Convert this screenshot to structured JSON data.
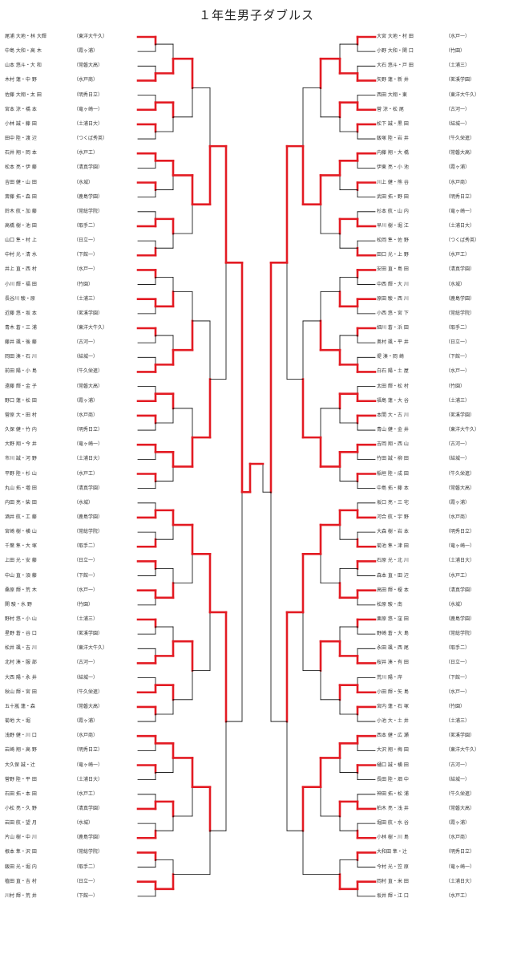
{
  "title": "１年生男子ダブルス",
  "colors": {
    "win": "#e31b23",
    "lose": "#000000"
  },
  "left": [
    {
      "names": "尾浦 大地・林 大輝",
      "club": "（東洋大牛久）"
    },
    {
      "names": "中島 大和・高 木",
      "club": "（霞ヶ浦）"
    },
    {
      "names": "山本 悠斗・大 和",
      "club": "（常磐大高）"
    },
    {
      "names": "木村 蓮・中 野",
      "club": "（水戸商）"
    },
    {
      "names": "佐藤 大翔・太 田",
      "club": "（明秀日立）"
    },
    {
      "names": "宮本 涼・橋 本",
      "club": "（竜ヶ崎一）"
    },
    {
      "names": "小林 誠・藤 田",
      "club": "（土浦日大）"
    },
    {
      "names": "田中 陸・渡 辺",
      "club": "（つくば秀英）"
    },
    {
      "names": "石井 翔・岡 本",
      "club": "（水戸工）"
    },
    {
      "names": "松本 亮・伊 藤",
      "club": "（清真学園）"
    },
    {
      "names": "吉田 健・山 田",
      "club": "（水城）"
    },
    {
      "names": "斎藤 拓・森 田",
      "club": "（鹿島学園）"
    },
    {
      "names": "鈴木 航・加 藤",
      "club": "（常総学院）"
    },
    {
      "names": "高橋 樹・池 田",
      "club": "（取手二）"
    },
    {
      "names": "山口 隼・村 上",
      "club": "（日立一）"
    },
    {
      "names": "中村 光・清 水",
      "club": "（下館一）"
    },
    {
      "names": "井上 直・西 村",
      "club": "（水戸一）"
    },
    {
      "names": "小川 輝・福 田",
      "club": "（竹園）"
    },
    {
      "names": "長谷川 駿・原",
      "club": "（土浦三）"
    },
    {
      "names": "近藤 悠・坂 本",
      "club": "（茗溪学園）"
    },
    {
      "names": "青木 蒼・三 浦",
      "club": "（東洋大牛久）"
    },
    {
      "names": "藤井 颯・後 藤",
      "club": "（古河一）"
    },
    {
      "names": "岡田 湊・石 川",
      "club": "（結城一）"
    },
    {
      "names": "前田 陽・小 島",
      "club": "（牛久栄進）"
    },
    {
      "names": "遠藤 輝・金 子",
      "club": "（常磐大高）"
    },
    {
      "names": "野口 蓮・松 田",
      "club": "（霞ヶ浦）"
    },
    {
      "names": "菅原 大・田 村",
      "club": "（水戸商）"
    },
    {
      "names": "久保 健・竹 内",
      "club": "（明秀日立）"
    },
    {
      "names": "大野 翔・今 井",
      "club": "（竜ヶ崎一）"
    },
    {
      "names": "市川 誠・河 野",
      "club": "（土浦日大）"
    },
    {
      "names": "平野 陸・杉 山",
      "club": "（水戸工）"
    },
    {
      "names": "丸山 拓・増 田",
      "club": "（清真学園）"
    },
    {
      "names": "内田 亮・柴 田",
      "club": "（水城）"
    },
    {
      "names": "酒井 航・工 藤",
      "club": "（鹿島学園）"
    },
    {
      "names": "宮崎 樹・横 山",
      "club": "（常総学院）"
    },
    {
      "names": "千葉 隼・大 塚",
      "club": "（取手二）"
    },
    {
      "names": "上田 光・安 藤",
      "club": "（日立一）"
    },
    {
      "names": "中山 直・須 藤",
      "club": "（下館一）"
    },
    {
      "names": "桑原 輝・荒 木",
      "club": "（水戸一）"
    },
    {
      "names": "関 駿・水 野",
      "club": "（竹園）"
    },
    {
      "names": "野村 悠・小 山",
      "club": "（土浦三）"
    },
    {
      "names": "星野 蒼・谷 口",
      "club": "（茗溪学園）"
    },
    {
      "names": "松井 颯・吉 川",
      "club": "（東洋大牛久）"
    },
    {
      "names": "北村 湊・服 部",
      "club": "（古河一）"
    },
    {
      "names": "大西 陽・永 井",
      "club": "（結城一）"
    },
    {
      "names": "秋山 輝・宮 田",
      "club": "（牛久栄進）"
    },
    {
      "names": "五十嵐 蓮・森",
      "club": "（常磐大高）"
    },
    {
      "names": "菊地 大・堀",
      "club": "（霞ヶ浦）"
    },
    {
      "names": "浅野 健・川 口",
      "club": "（水戸商）"
    },
    {
      "names": "岩崎 翔・高 野",
      "club": "（明秀日立）"
    },
    {
      "names": "大久保 誠・辻",
      "club": "（竜ヶ崎一）"
    },
    {
      "names": "菅野 陸・平 田",
      "club": "（土浦日大）"
    },
    {
      "names": "石田 拓・本 田",
      "club": "（水戸工）"
    },
    {
      "names": "小松 亮・久 野",
      "club": "（清真学園）"
    },
    {
      "names": "岩田 航・望 月",
      "club": "（水城）"
    },
    {
      "names": "片山 樹・中 川",
      "club": "（鹿島学園）"
    },
    {
      "names": "根本 隼・沢 田",
      "club": "（常総学院）"
    },
    {
      "names": "飯田 光・堀 内",
      "club": "（取手二）"
    },
    {
      "names": "植田 直・吉 村",
      "club": "（日立一）"
    },
    {
      "names": "川村 輝・荒 井",
      "club": "（下館一）"
    }
  ],
  "right": [
    {
      "names": "大宮 大地・村 田",
      "club": "（水戸一）"
    },
    {
      "names": "小野 大和・関 口",
      "club": "（竹園）"
    },
    {
      "names": "大石 悠斗・戸 田",
      "club": "（土浦三）"
    },
    {
      "names": "矢野 蓮・新 井",
      "club": "（茗溪学園）"
    },
    {
      "names": "西田 大翔・東",
      "club": "（東洋大牛久）"
    },
    {
      "names": "菅 涼・松 尾",
      "club": "（古河一）"
    },
    {
      "names": "松下 誠・黒 田",
      "club": "（結城一）"
    },
    {
      "names": "飯塚 陸・岩 井",
      "club": "（牛久栄進）"
    },
    {
      "names": "内藤 翔・大 橋",
      "club": "（常磐大高）"
    },
    {
      "names": "伊東 亮・小 池",
      "club": "（霞ヶ浦）"
    },
    {
      "names": "川上 健・熊 谷",
      "club": "（水戸商）"
    },
    {
      "names": "武田 拓・野 田",
      "club": "（明秀日立）"
    },
    {
      "names": "杉本 航・山 内",
      "club": "（竜ヶ崎一）"
    },
    {
      "names": "早川 樹・堀 江",
      "club": "（土浦日大）"
    },
    {
      "names": "松岡 隼・佐 野",
      "club": "（つくば秀英）"
    },
    {
      "names": "田口 光・上 野",
      "club": "（水戸工）"
    },
    {
      "names": "安田 直・島 田",
      "club": "（清真学園）"
    },
    {
      "names": "中西 輝・大 川",
      "club": "（水城）"
    },
    {
      "names": "原田 駿・西 川",
      "club": "（鹿島学園）"
    },
    {
      "names": "小西 悠・宮 下",
      "club": "（常総学院）"
    },
    {
      "names": "細川 蒼・浜 田",
      "club": "（取手二）"
    },
    {
      "names": "奥村 颯・平 井",
      "club": "（日立一）"
    },
    {
      "names": "堤 湊・岡 崎",
      "club": "（下館一）"
    },
    {
      "names": "白石 陽・土 屋",
      "club": "（水戸一）"
    },
    {
      "names": "太田 輝・松 村",
      "club": "（竹園）"
    },
    {
      "names": "福島 蓮・大 谷",
      "club": "（土浦三）"
    },
    {
      "names": "本間 大・古 川",
      "club": "（茗溪学園）"
    },
    {
      "names": "青山 健・金 井",
      "club": "（東洋大牛久）"
    },
    {
      "names": "吉岡 翔・西 山",
      "club": "（古河一）"
    },
    {
      "names": "竹田 誠・柳 田",
      "club": "（結城一）"
    },
    {
      "names": "稲垣 陸・成 田",
      "club": "（牛久栄進）"
    },
    {
      "names": "中島 拓・藤 本",
      "club": "（常磐大高）"
    },
    {
      "names": "坂口 亮・三 宅",
      "club": "（霞ヶ浦）"
    },
    {
      "names": "河合 航・宇 野",
      "club": "（水戸商）"
    },
    {
      "names": "大森 樹・岩 本",
      "club": "（明秀日立）"
    },
    {
      "names": "菊池 隼・津 田",
      "club": "（竜ヶ崎一）"
    },
    {
      "names": "石原 光・北 川",
      "club": "（土浦日大）"
    },
    {
      "names": "森本 直・田 辺",
      "club": "（水戸工）"
    },
    {
      "names": "高田 輝・榎 本",
      "club": "（清真学園）"
    },
    {
      "names": "松原 駿・南",
      "club": "（水城）"
    },
    {
      "names": "栗原 悠・窪 田",
      "club": "（鹿島学園）"
    },
    {
      "names": "野崎 蒼・大 島",
      "club": "（常総学院）"
    },
    {
      "names": "永田 颯・西 尾",
      "club": "（取手二）"
    },
    {
      "names": "桜井 湊・有 田",
      "club": "（日立一）"
    },
    {
      "names": "荒川 陽・岸",
      "club": "（下館一）"
    },
    {
      "names": "小田 輝・矢 島",
      "club": "（水戸一）"
    },
    {
      "names": "宮内 蓮・石 塚",
      "club": "（竹園）"
    },
    {
      "names": "小池 大・土 井",
      "club": "（土浦三）"
    },
    {
      "names": "西本 健・広 瀬",
      "club": "（茗溪学園）"
    },
    {
      "names": "大沢 翔・梅 田",
      "club": "（東洋大牛久）"
    },
    {
      "names": "樋口 誠・横 田",
      "club": "（古河一）"
    },
    {
      "names": "長田 陸・畑 中",
      "club": "（結城一）"
    },
    {
      "names": "神田 拓・松 浦",
      "club": "（牛久栄進）"
    },
    {
      "names": "柏木 亮・浅 井",
      "club": "（常磐大高）"
    },
    {
      "names": "堀田 航・水 谷",
      "club": "（霞ヶ浦）"
    },
    {
      "names": "小林 樹・川 島",
      "club": "（水戸商）"
    },
    {
      "names": "大和田 隼・辻",
      "club": "（明秀日立）"
    },
    {
      "names": "今村 光・笠 原",
      "club": "（竜ヶ崎一）"
    },
    {
      "names": "岡村 直・米 田",
      "club": "（土浦日大）"
    },
    {
      "names": "坂井 輝・江 口",
      "club": "（水戸工）"
    }
  ]
}
